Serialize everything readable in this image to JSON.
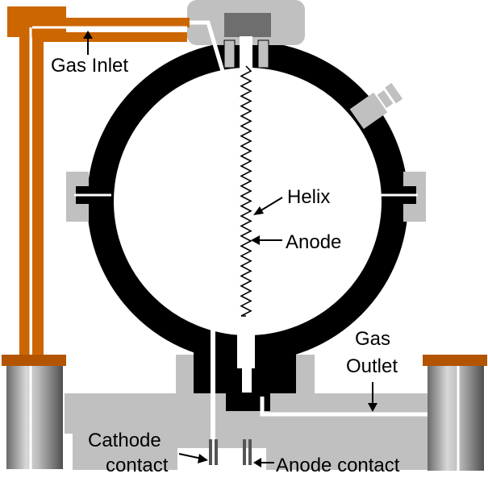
{
  "labels": {
    "gas_inlet": "Gas Inlet",
    "helix": "Helix",
    "anode": "Anode",
    "gas_outlet_line1": "Gas",
    "gas_outlet_line2": "Outlet",
    "cathode_contact_line1": "Cathode",
    "cathode_contact_line2": "contact",
    "anode_contact": "Anode contact"
  },
  "colors": {
    "chamber": "#000000",
    "metal": "#c0c0c0",
    "gas_line": "#cc6600",
    "gas_line_dark": "#b35400",
    "background": "#ffffff"
  }
}
